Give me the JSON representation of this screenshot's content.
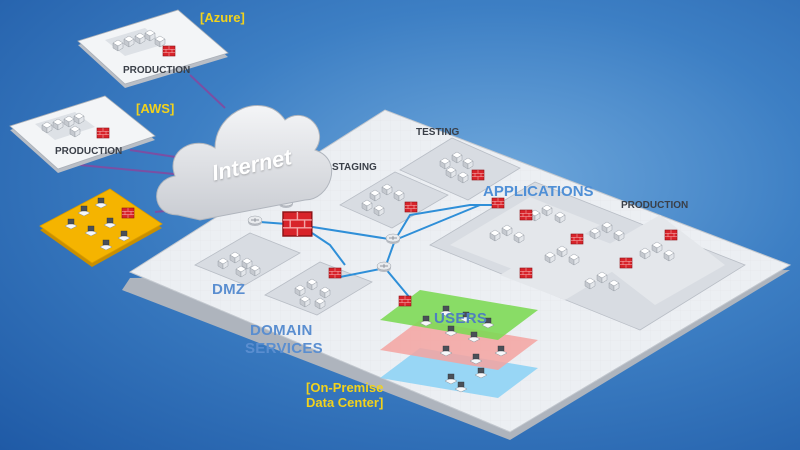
{
  "labels": {
    "azure": "[Azure]",
    "azure_production": "PRODUCTION",
    "aws": "[AWS]",
    "aws_production": "PRODUCTION",
    "internet": "Internet",
    "testing": "TESTING",
    "staging": "STAGING",
    "applications": "APPLICATIONS",
    "production": "PRODUCTION",
    "dmz": "DMZ",
    "users": "USERS",
    "domain_services_line1": "DOMAIN",
    "domain_services_line2": "SERVICES",
    "on_premise": "[On-Premise\nData Center]"
  },
  "colors": {
    "background": "#3d7fc4",
    "platform": "#eceff3",
    "zone": "#d8dce2",
    "firewall": "#d8232a",
    "network_line": "#2f8fd8",
    "wan_line": "#7b4fa3",
    "users_green": "#7ed957",
    "users_pink": "#f5a3a0",
    "users_blue": "#8fd3f5",
    "branch_orange": "#f5b400",
    "label_yellow": "#f2d21c"
  }
}
